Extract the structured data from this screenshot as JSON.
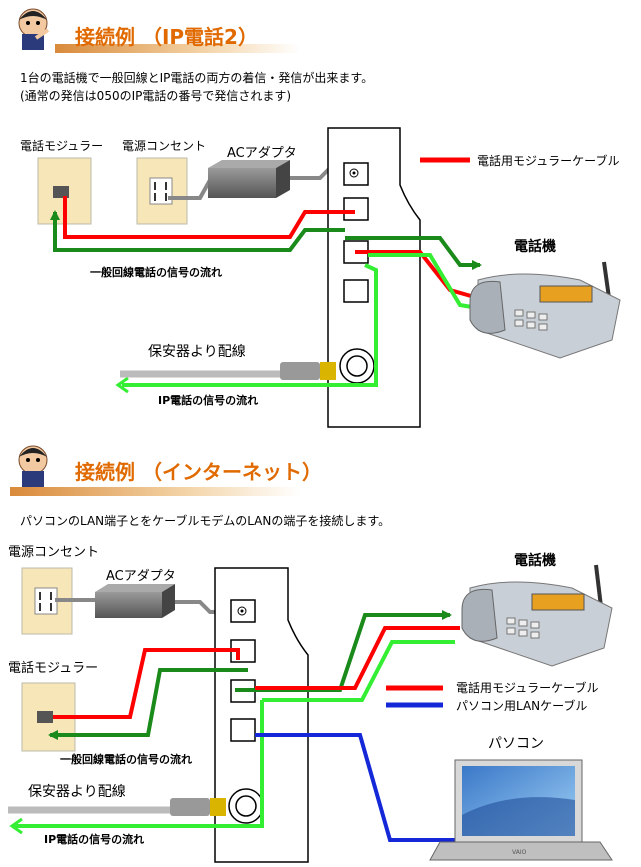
{
  "section1": {
    "title": "接続例 （IP電話2）",
    "desc_line1": "1台の電話機で一般回線とIP電話の両方の着信・発信が出来ます。",
    "desc_line2": "(通常の発信は050のIP電話の番号で発信されます)",
    "label_modular": "電話モジュラー",
    "label_outlet": "電源コンセント",
    "label_adapter": "ACアダプタ",
    "legend_red": "電話用モジュラーケーブル",
    "label_phone": "電話機",
    "flow_general": "一般回線電話の信号の流れ",
    "label_security": "保安器より配線",
    "flow_ip": "IP電話の信号の流れ"
  },
  "section2": {
    "title": "接続例 （インターネット）",
    "desc_line1": "パソコンのLAN端子とをケーブルモデムのLANの端子を接続します。",
    "label_outlet": "電源コンセント",
    "label_adapter": "ACアダプタ",
    "label_phone": "電話機",
    "label_modular": "電話モジュラー",
    "legend_red": "電話用モジュラーケーブル",
    "legend_blue": "パソコン用LANケーブル",
    "label_pc": "パソコン",
    "flow_general": "一般回線電話の信号の流れ",
    "label_security": "保安器より配線",
    "flow_ip": "IP電話の信号の流れ",
    "pc_brand": "VAIO"
  },
  "colors": {
    "title": "#e06a00",
    "red_cable": "#ff0000",
    "green_dark": "#1a8a1a",
    "green_light": "#33ee33",
    "blue_lan": "#1428d8",
    "outlet_fill": "#f7e6b8",
    "adapter": "#7a7a7a"
  }
}
